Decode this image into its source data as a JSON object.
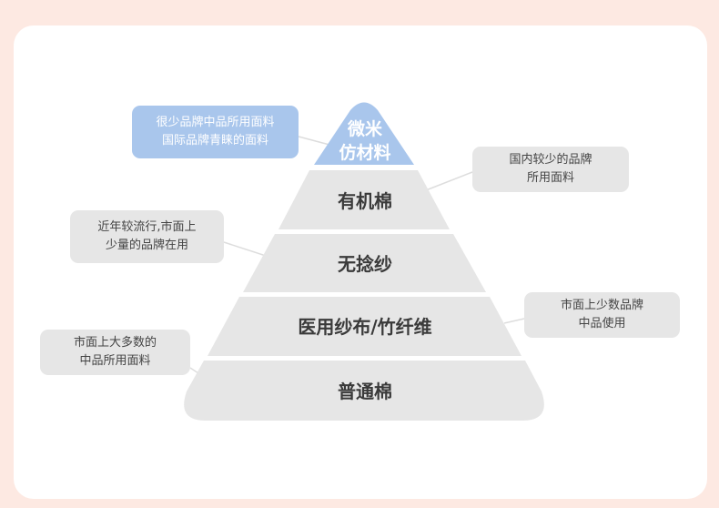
{
  "pyramid": {
    "tiers": [
      {
        "label_line1": "微米",
        "label_line2": "仿材料",
        "color": "#a9c6ec"
      },
      {
        "label": "有机棉",
        "color": "#e6e6e6"
      },
      {
        "label": "无捻纱",
        "color": "#e6e6e6"
      },
      {
        "label": "医用纱布/竹纤维",
        "color": "#e6e6e6"
      },
      {
        "label": "普通棉",
        "color": "#e6e6e6"
      }
    ]
  },
  "callouts": {
    "top_left": {
      "line1": "很少品牌中品所用面料",
      "line2": "国际品牌青睐的面料",
      "color": "#a9c6ec"
    },
    "right_1": {
      "line1": "国内较少的品牌",
      "line2": "所用面料"
    },
    "left_2": {
      "line1": "近年较流行,市面上",
      "line2": "少量的品牌在用"
    },
    "right_2": {
      "line1": "市面上少数品牌",
      "line2": "中品使用"
    },
    "left_3": {
      "line1": "市面上大多数的",
      "line2": "中品所用面料"
    }
  },
  "colors": {
    "background": "#fde9e2",
    "card": "#ffffff",
    "tier_gray": "#e6e6e6",
    "accent_blue": "#a9c6ec",
    "text_dark": "#3a3a3a",
    "connector": "#dddddd"
  }
}
